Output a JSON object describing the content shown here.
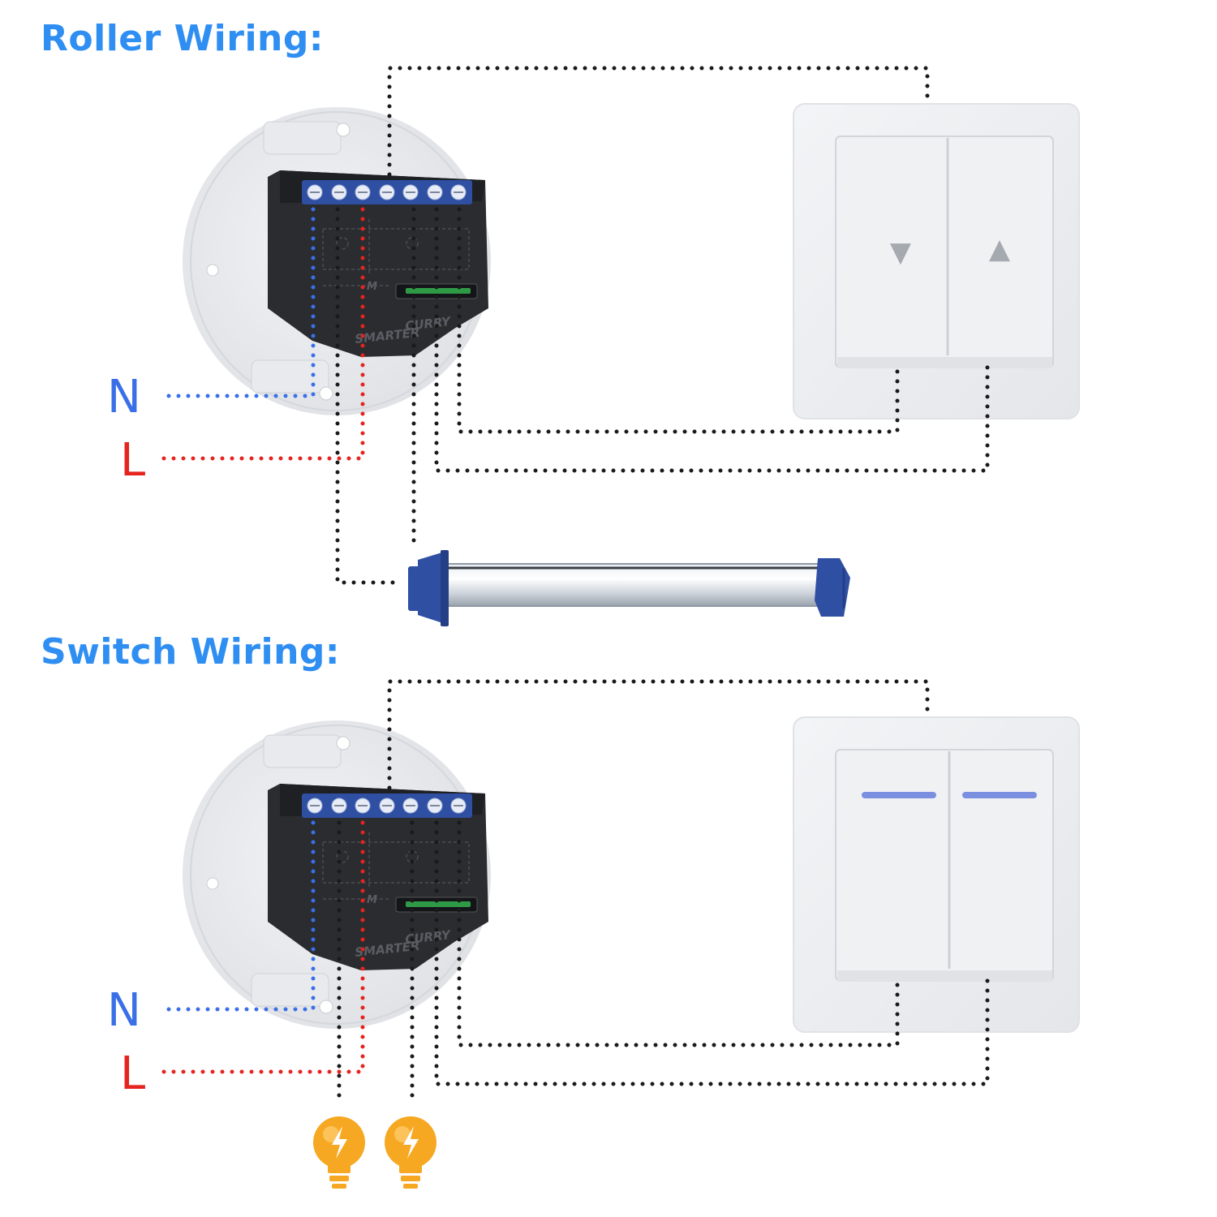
{
  "sections": {
    "roller": {
      "title": "Roller Wiring:"
    },
    "switch": {
      "title": "Switch Wiring:"
    }
  },
  "labels": {
    "neutral": "N",
    "live": "L"
  },
  "module": {
    "brand_line1": "CURRY",
    "brand_line2": "SMARTER",
    "motor_mark": "M"
  },
  "roller_switch": {
    "down_symbol": "▼",
    "up_symbol": "▲"
  },
  "colors": {
    "title": "#2f8ef2",
    "neutral": "#3a6fe8",
    "live": "#e52420",
    "wire": "#1a1a1a",
    "terminal_block": "#2f4fa3",
    "motor_cap": "#2f4fa3",
    "bulb": "#f7a823",
    "indicator": "#7b8fe0"
  }
}
